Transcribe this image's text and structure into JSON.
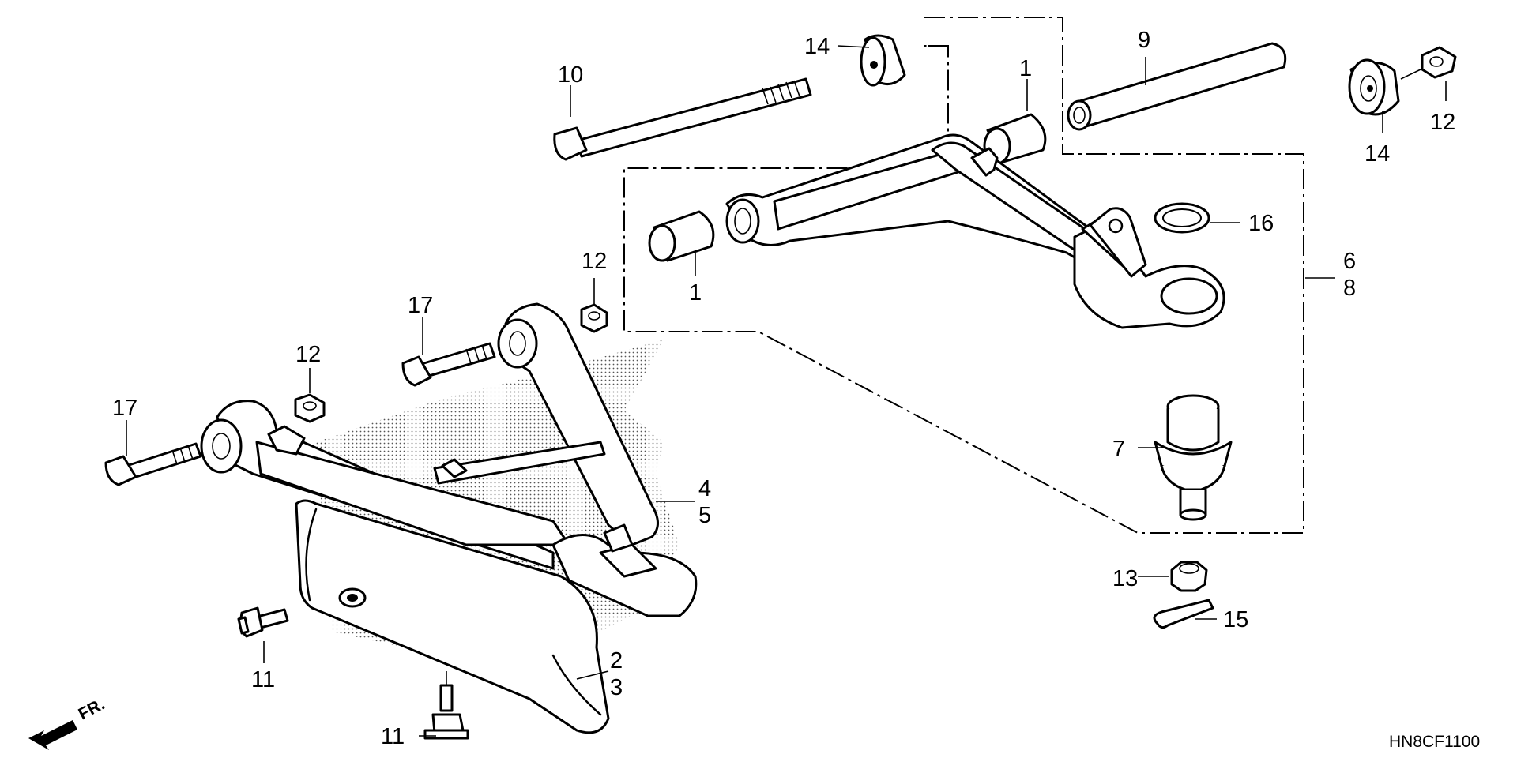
{
  "callouts": {
    "c1a": "1",
    "c1b": "1",
    "c2": "2",
    "c3": "3",
    "c4": "4",
    "c5": "5",
    "c6": "6",
    "c8": "8",
    "c7": "7",
    "c9": "9",
    "c10": "10",
    "c11a": "11",
    "c11b": "11",
    "c12a": "12",
    "c12b": "12",
    "c12c": "12",
    "c13": "13",
    "c14a": "14",
    "c14b": "14",
    "c15": "15",
    "c16": "16",
    "c17a": "17",
    "c17b": "17"
  },
  "direction_label": "FR.",
  "diagram_code": "HN8CF1100"
}
